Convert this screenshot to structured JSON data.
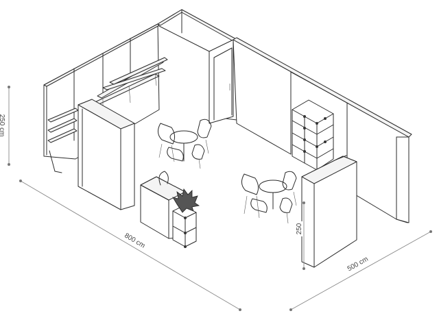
{
  "dimensions": {
    "width_label": "800 cm",
    "depth_label": "500 cm",
    "wall_height_label": "250 cm",
    "panel_height_label": "250"
  }
}
